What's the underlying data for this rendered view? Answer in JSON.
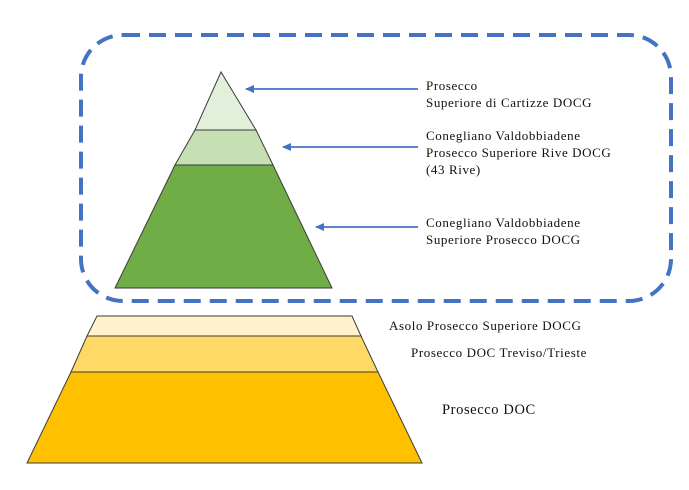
{
  "colors": {
    "dashed_border": "#4472C4",
    "arrow": "#4472C4",
    "tier_cartizze": "#E2EFDA",
    "tier_rive": "#C6E0B4",
    "tier_docg": "#70AD47",
    "tier_asolo": "#FFF2CC",
    "tier_treviso": "#FFD966",
    "tier_doc": "#FFC000",
    "outline": "#3B3B3B"
  },
  "top_pyramid": {
    "tiers": [
      {
        "id": "cartizze",
        "lines": [
          "Prosecco",
          "Superiore di Cartizze DOCG"
        ]
      },
      {
        "id": "rive",
        "lines": [
          "Conegliano Valdobbiadene",
          "Prosecco Superiore Rive DOCG",
          "(43 Rive)"
        ]
      },
      {
        "id": "docg",
        "lines": [
          "Conegliano Valdobbiadene",
          "Superiore Prosecco DOCG"
        ]
      }
    ]
  },
  "bottom_trapezoid": {
    "tiers": [
      {
        "id": "asolo",
        "label": "Asolo Prosecco Superiore DOCG"
      },
      {
        "id": "treviso",
        "label": "Prosecco DOC Treviso/Trieste"
      },
      {
        "id": "doc",
        "label": "Prosecco DOC"
      }
    ]
  }
}
